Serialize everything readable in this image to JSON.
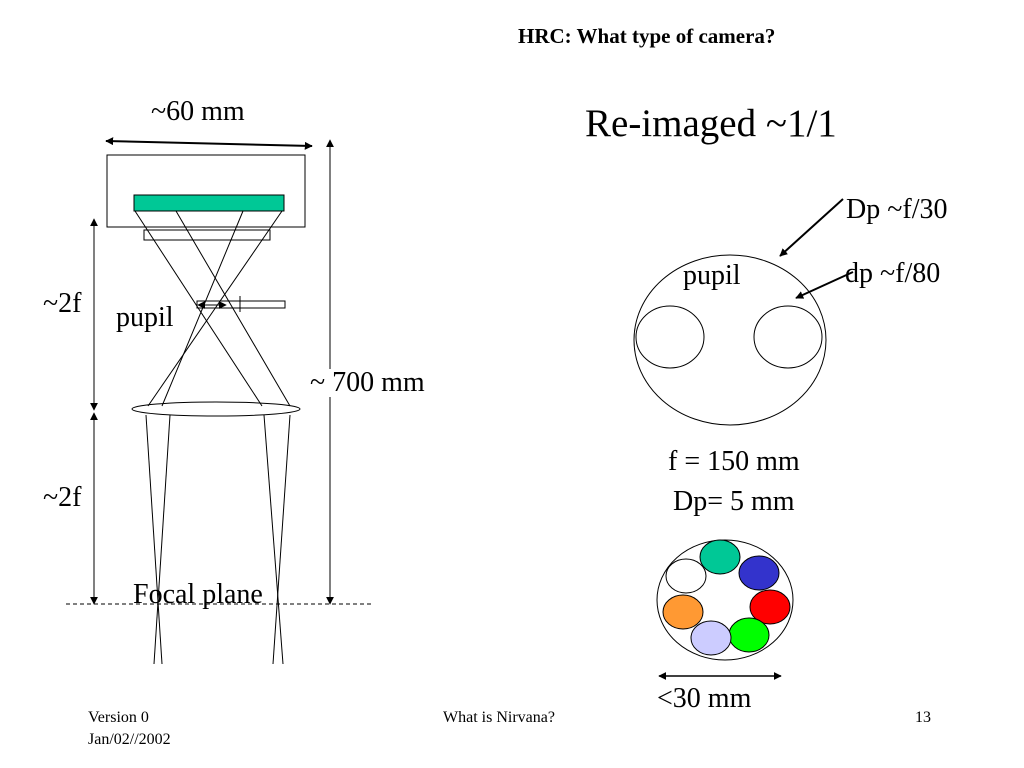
{
  "slide": {
    "header": "HRC: What type of camera?",
    "subtitle": "Re-imaged ~1/1"
  },
  "left_diagram": {
    "width_label": "~60 mm",
    "upper_half_label": "~2f",
    "lower_half_label": "~2f",
    "pupil_label": "pupil",
    "length_label": "~ 700 mm",
    "focal_plane_label": "Focal plane"
  },
  "pupil_diagram": {
    "outer_label": "Dp ~f/30",
    "inner_label": "dp ~f/80",
    "pupil_label": "pupil",
    "focal_length": "f = 150 mm",
    "pupil_diameter": "Dp= 5 mm"
  },
  "filter_wheel": {
    "size_label": "<30 mm",
    "filters": [
      {
        "name": "teal",
        "color": "#00c896"
      },
      {
        "name": "blue",
        "color": "#3333cc"
      },
      {
        "name": "red",
        "color": "#ff0000"
      },
      {
        "name": "green",
        "color": "#00ff00"
      },
      {
        "name": "lavender",
        "color": "#ccccff"
      },
      {
        "name": "orange",
        "color": "#ff9933"
      },
      {
        "name": "white",
        "color": "#ffffff"
      }
    ]
  },
  "footer": {
    "version": "Version 0",
    "date": "Jan/02//2002",
    "center": "What is Nirvana?",
    "page_number": "13"
  }
}
